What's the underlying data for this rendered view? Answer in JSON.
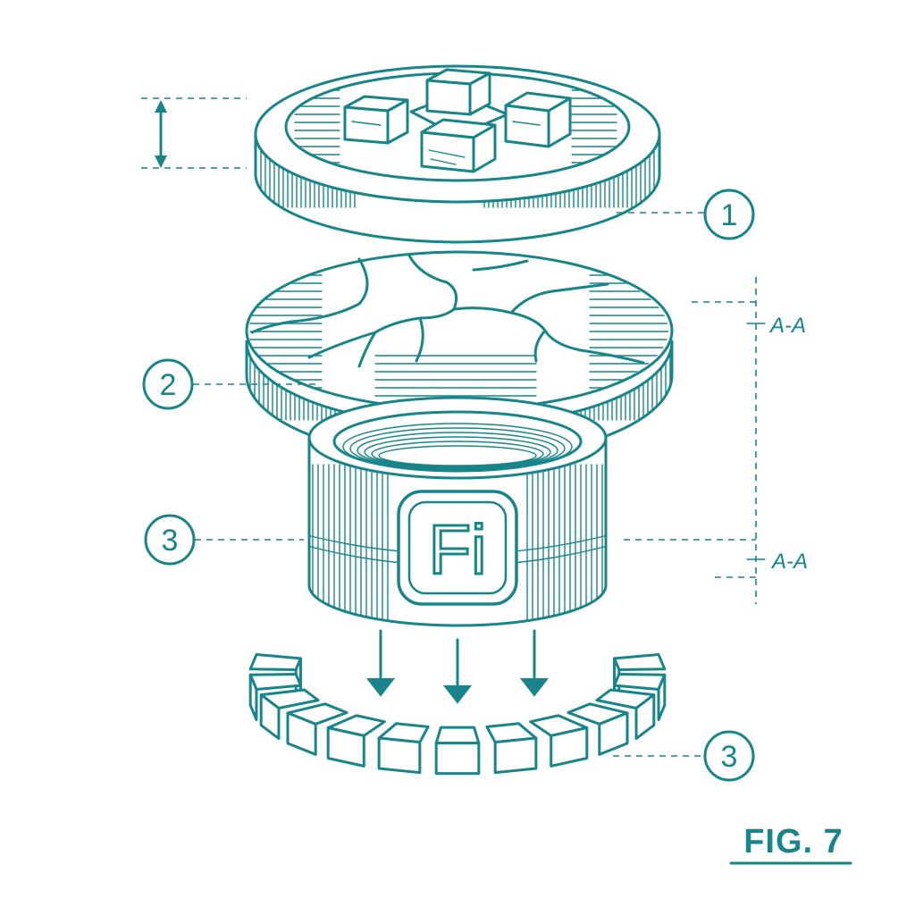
{
  "figure": {
    "label": "FIG. 7",
    "accent_color": "#17858a",
    "callouts": [
      {
        "id": "1",
        "part": "top-disc"
      },
      {
        "id": "2",
        "part": "middle-disc"
      },
      {
        "id": "3",
        "part": "cylinder"
      },
      {
        "id": "3",
        "part": "segmented-ring"
      }
    ],
    "section_labels": [
      "A-A",
      "A-A"
    ],
    "logo_text": "Fi"
  }
}
